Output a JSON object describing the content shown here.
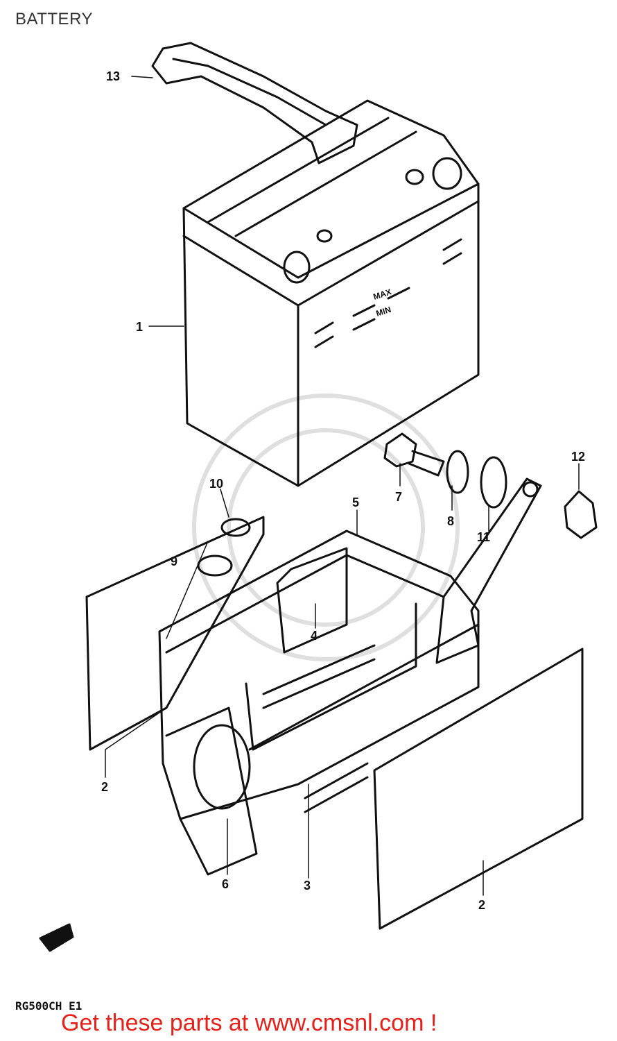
{
  "title": "BATTERY",
  "model_code": "RG500CH E1",
  "promo_text": "Get these parts at www.cmsnl.com !",
  "battery_markings": [
    "MAX",
    "MIN"
  ],
  "callouts": [
    "1",
    "2",
    "2",
    "3",
    "4",
    "5",
    "6",
    "7",
    "8",
    "9",
    "10",
    "11",
    "12",
    "13"
  ],
  "colors": {
    "line": "#111111",
    "promo": "#e8201a",
    "title": "#333333"
  }
}
